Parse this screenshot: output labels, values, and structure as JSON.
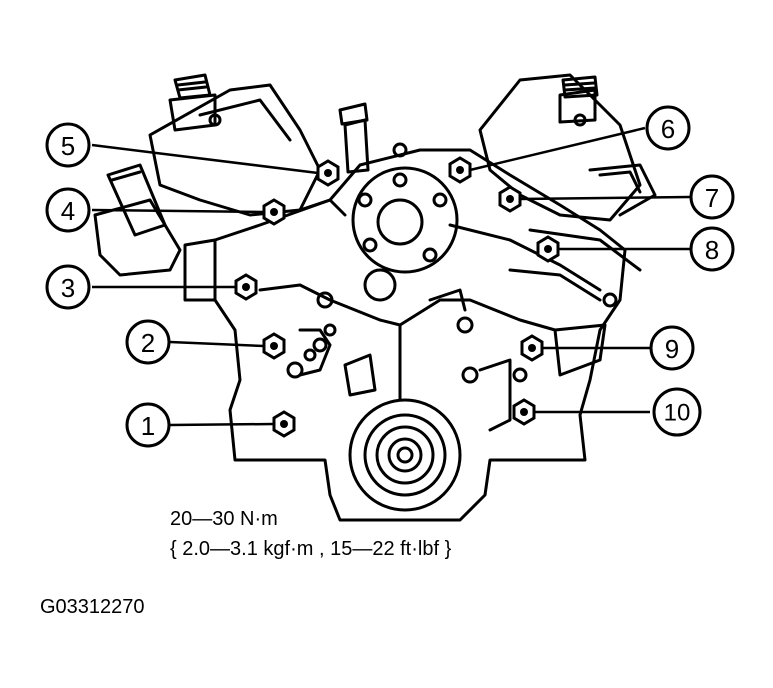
{
  "callouts": [
    "1",
    "2",
    "3",
    "4",
    "5",
    "6",
    "7",
    "8",
    "9",
    "10"
  ],
  "torque": {
    "metric": "20—30 N·m",
    "alternate": "{ 2.0—3.1 kgf·m , 15—22 ft·lbf }"
  },
  "figure_id": "G03312270"
}
